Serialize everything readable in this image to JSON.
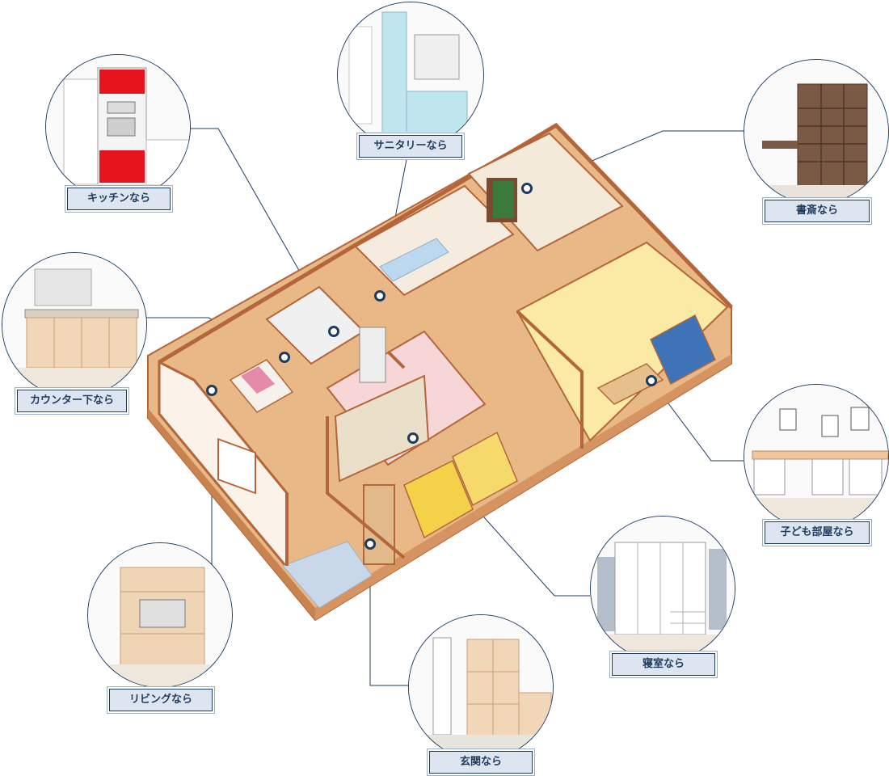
{
  "areas": {
    "kitchen": {
      "label": "キッチンなら",
      "icon": "kitchen-cabinet-icon"
    },
    "sanitary": {
      "label": "サニタリーなら",
      "icon": "sanitary-cabinet-icon"
    },
    "study": {
      "label": "書斎なら",
      "icon": "study-shelf-icon"
    },
    "counter": {
      "label": "カウンター下なら",
      "icon": "counter-storage-icon"
    },
    "kids_room": {
      "label": "子ども部屋なら",
      "icon": "kids-desk-icon"
    },
    "bedroom": {
      "label": "寝室なら",
      "icon": "bedroom-wardrobe-icon"
    },
    "living": {
      "label": "リビングなら",
      "icon": "living-tv-board-icon"
    },
    "entrance": {
      "label": "玄関なら",
      "icon": "entrance-shoe-cabinet-icon"
    }
  },
  "colors": {
    "navy": "#1f3b5e",
    "label_bg": "#dde6f0",
    "floor": "#e9b887",
    "wall": "#fbf3ea",
    "outline": "#b4653a",
    "kitchen_red": "#e8141c"
  }
}
